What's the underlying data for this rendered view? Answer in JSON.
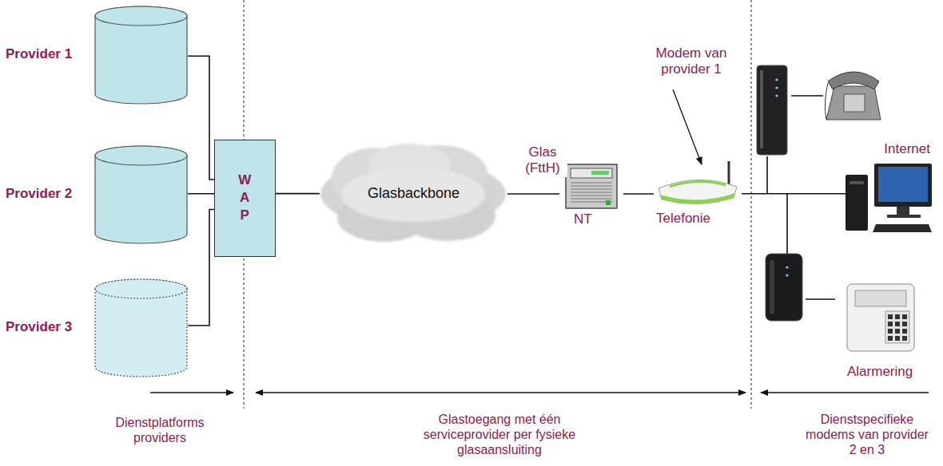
{
  "diagram": {
    "nodes": [
      {
        "text": [
          "Provider 1"
        ]
      },
      {
        "text": [
          "Provider 2"
        ]
      },
      {
        "text": [
          "Provider 3"
        ]
      },
      {
        "text": [
          "WAP"
        ]
      },
      {
        "text": [
          "Glasbackbone"
        ]
      },
      {
        "text": [
          "NT"
        ]
      },
      {
        "text": [
          "Telefonie"
        ]
      },
      {
        "text": [
          "Internet"
        ]
      },
      {
        "text": [
          "Alarmering"
        ]
      }
    ],
    "edges": [
      {
        "from": 0,
        "to": 3,
        "arrow": "none"
      },
      {
        "from": 1,
        "to": 3,
        "arrow": "none"
      },
      {
        "from": 2,
        "to": 3,
        "arrow": "none"
      },
      {
        "from": 3,
        "to": 4,
        "arrow": "none"
      },
      {
        "from": 4,
        "to": 5,
        "label": "Glas (FttH)",
        "arrow": "none"
      },
      {
        "from": 5,
        "to": 6,
        "arrow": "none"
      },
      {
        "from": 6,
        "to": 7,
        "arrow": "none"
      }
    ],
    "labels": [
      "Modem van provider 1",
      "Dienstplatforms providers",
      "Glastoegang met één serviceprovider per fysieke glasaansluiting",
      "Dienstspecifieke modems van provider 2 en 3"
    ]
  }
}
